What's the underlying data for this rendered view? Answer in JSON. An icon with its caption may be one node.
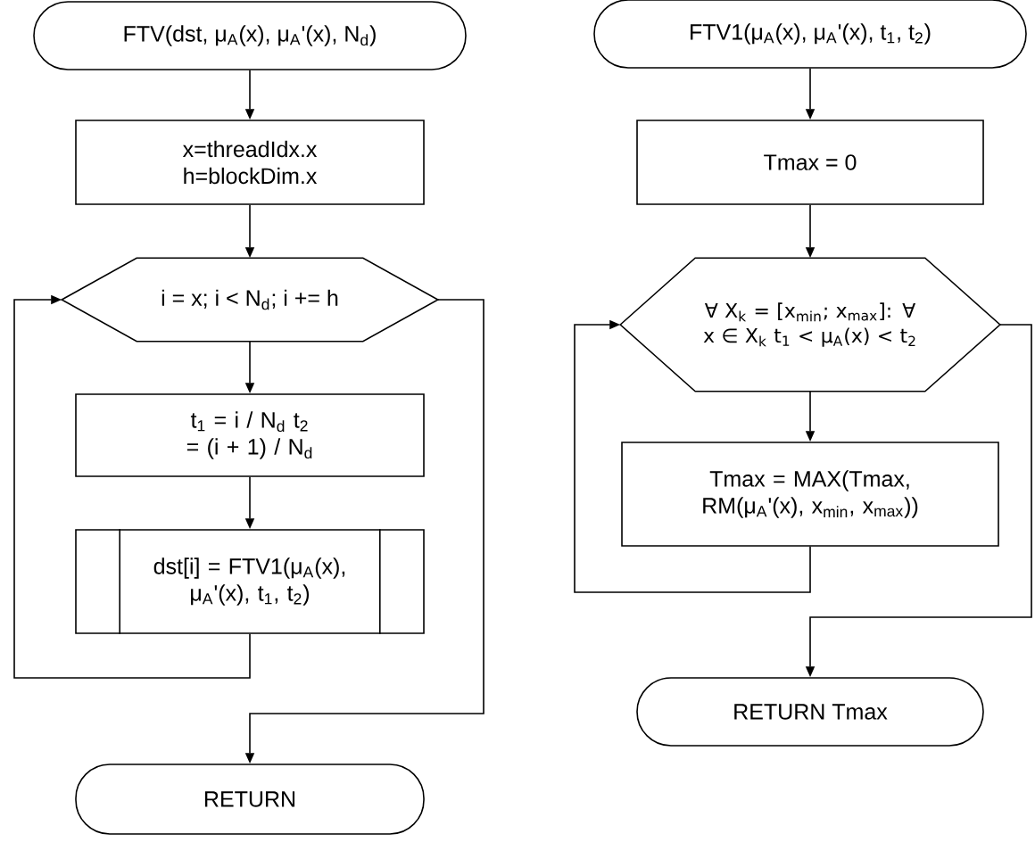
{
  "diagram": {
    "nodes": [
      {
        "text": [
          "FTV(dst, μ$_{A}$(x), μ$_{A}$'(x), N$_{d}$)"
        ]
      },
      {
        "text": [
          "x=threadIdx.x h=blockDim.x"
        ]
      },
      {
        "text": [
          "i = x; i < N$_{d}$; i += h"
        ]
      },
      {
        "text": [
          "t$_{1}$ = i / N$_{d}$ t$_{2}$ = (i + 1) / N$_{d}$"
        ]
      },
      {
        "text": [
          "dst[i] = FTV1(μ$_{A}$(x), μ$_{A}$'(x), t$_{1}$, t$_{2}$)"
        ]
      },
      {
        "text": [
          "RETURN"
        ]
      },
      {
        "text": [
          "FTV1(μ$_{A}$(x), μ$_{A}$'(x), t$_{1}$, t$_{2}$)"
        ]
      },
      {
        "text": [
          "Tmax = 0"
        ]
      },
      {
        "text": [
          "∀ X$_{k}$ = [x$_{min}$; x$_{max}$]: ∀ x ∈ X$_{k}$ t$_{1}$ < μ$_{A}$(x) < t$_{2}$"
        ]
      },
      {
        "text": [
          "Tmax = MAX(Tmax, RM(μ$_{A}$'(x), x$_{min}$, x$_{max}$))"
        ]
      },
      {
        "text": [
          "RETURN Tmax"
        ]
      }
    ],
    "edges": [
      {
        "from": 0,
        "to": 1,
        "arrow": "to"
      },
      {
        "from": 1,
        "to": 2,
        "arrow": "to"
      },
      {
        "from": 2,
        "to": 3,
        "arrow": "to"
      },
      {
        "from": 3,
        "to": 4,
        "arrow": "to"
      },
      {
        "from": 4,
        "to": 2,
        "arrow": "to"
      },
      {
        "from": 2,
        "to": 5,
        "arrow": "to"
      },
      {
        "from": 6,
        "to": 7,
        "arrow": "to"
      },
      {
        "from": 7,
        "to": 8,
        "arrow": "to"
      },
      {
        "from": 8,
        "to": 9,
        "arrow": "to"
      },
      {
        "from": 9,
        "to": 8,
        "arrow": "to"
      },
      {
        "from": 8,
        "to": 10,
        "arrow": "to"
      }
    ]
  }
}
